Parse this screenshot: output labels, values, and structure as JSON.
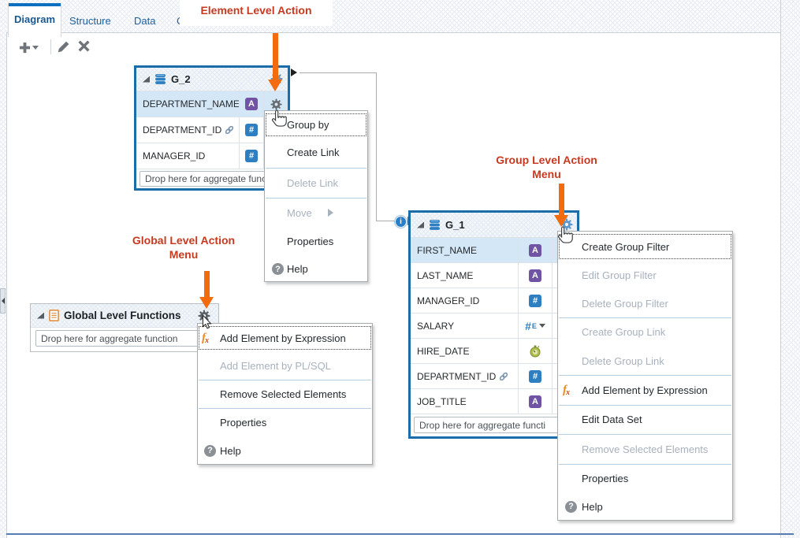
{
  "colors": {
    "selection_blue": "#1a6da9",
    "tab_accent": "#0d6fc0",
    "callout_text": "#c63a21",
    "callout_arrow": "#f26b0f",
    "row_highlight": "#d3e7f7",
    "pane_bottom_line": "#557db3"
  },
  "tabs": [
    {
      "label": "Diagram",
      "active": true
    },
    {
      "label": "Structure",
      "active": false
    },
    {
      "label": "Data",
      "active": false
    },
    {
      "label": "Co",
      "active": false
    }
  ],
  "toolbar": {
    "icons": [
      "add-plus-dropdown",
      "edit-pencil",
      "delete-x"
    ]
  },
  "annotations": {
    "element_level": {
      "text": "Element Level Action"
    },
    "group_level": {
      "line1": "Group Level Action",
      "line2": "Menu"
    },
    "global_level": {
      "line1": "Global Level Action",
      "line2": "Menu"
    }
  },
  "glyphs": {
    "text_type": "A",
    "number_type": "#",
    "salary_suffix": "E",
    "help": "?",
    "info": "i",
    "fx_f": "f",
    "fx_x": "x"
  },
  "groups": {
    "g2": {
      "title": "G_2",
      "drop_hint": "Drop here for aggregate func",
      "elements": [
        {
          "name": "DEPARTMENT_NAME",
          "type": "text"
        },
        {
          "name": "DEPARTMENT_ID",
          "type": "number",
          "linked": true
        },
        {
          "name": "MANAGER_ID",
          "type": "number"
        }
      ]
    },
    "g1": {
      "title": "G_1",
      "drop_hint": "Drop here for aggregate functi",
      "elements": [
        {
          "name": "FIRST_NAME",
          "type": "text"
        },
        {
          "name": "LAST_NAME",
          "type": "text"
        },
        {
          "name": "MANAGER_ID",
          "type": "number"
        },
        {
          "name": "SALARY",
          "type": "number-aggregate"
        },
        {
          "name": "HIRE_DATE",
          "type": "date"
        },
        {
          "name": "DEPARTMENT_ID",
          "type": "number",
          "linked": true
        },
        {
          "name": "JOB_TITLE",
          "type": "text"
        }
      ]
    },
    "global": {
      "title": "Global Level Functions",
      "drop_hint": "Drop here for aggregate function"
    }
  },
  "menus": {
    "element": {
      "items": [
        {
          "label": "Group by",
          "enabled": true,
          "focused": true
        },
        {
          "label": "Create Link",
          "enabled": true
        },
        {
          "label": "Delete Link",
          "enabled": false
        },
        {
          "label": "Move",
          "enabled": false,
          "submenu": true
        },
        {
          "label": "Properties",
          "enabled": true
        },
        {
          "label": "Help",
          "enabled": true,
          "icon": "help"
        }
      ]
    },
    "group": {
      "items": [
        {
          "label": "Create Group Filter",
          "enabled": true,
          "focused": true
        },
        {
          "label": "Edit Group Filter",
          "enabled": false
        },
        {
          "label": "Delete Group Filter",
          "enabled": false
        },
        {
          "label": "Create Group Link",
          "enabled": false
        },
        {
          "label": "Delete Group Link",
          "enabled": false
        },
        {
          "label": "Add Element by Expression",
          "enabled": true,
          "icon": "fx"
        },
        {
          "label": "Edit Data Set",
          "enabled": true
        },
        {
          "label": "Remove Selected Elements",
          "enabled": false
        },
        {
          "label": "Properties",
          "enabled": true
        },
        {
          "label": "Help",
          "enabled": true,
          "icon": "help"
        }
      ]
    },
    "global": {
      "items": [
        {
          "label": "Add Element by Expression",
          "enabled": true,
          "focused": true,
          "icon": "fx"
        },
        {
          "label": "Add Element by PL/SQL",
          "enabled": false
        },
        {
          "label": "Remove Selected Elements",
          "enabled": true
        },
        {
          "label": "Properties",
          "enabled": true
        },
        {
          "label": "Help",
          "enabled": true,
          "icon": "help"
        }
      ]
    }
  }
}
